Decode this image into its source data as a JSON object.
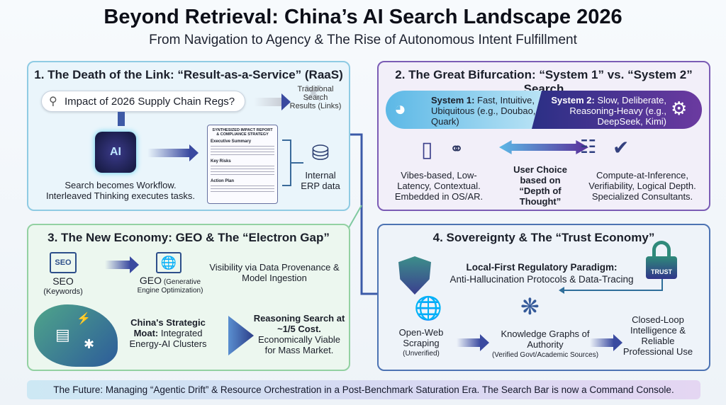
{
  "header": {
    "title": "Beyond Retrieval: China’s AI Search Landscape 2026",
    "subtitle": "From Navigation to Agency & The Rise of Autonomous Intent Fulfillment"
  },
  "panel1": {
    "title": "1. The Death of the Link: “Result-as-a-Service” (RaaS)",
    "search_query": "Impact of 2026 Supply Chain Regs?",
    "traditional": "Traditional Search Results (Links)",
    "ai_badge": "AI",
    "caption_line1": "Search becomes Workflow.",
    "caption_line2": "Interleaved Thinking executes tasks.",
    "report_title": "SYNTHESIZED IMPACT REPORT & COMPLIANCE STRATEGY",
    "report_sections": [
      "Executive Summary",
      "Key Risks",
      "Action Plan"
    ],
    "erp": "Internal ERP data"
  },
  "panel2": {
    "title": "2. The Great Bifurcation: “System 1” vs. “System 2” Search",
    "s1_label": "System 1:",
    "s1_text": "Fast, Intuitive, Ubiquitous (e.g., Doubao, Quark)",
    "s2_label": "System 2:",
    "s2_text": "Slow, Deliberate, Reasoning-Heavy (e.g., DeepSeek, Kimi)",
    "left_caption": "Vibes-based, Low-Latency, Contextual. Embedded in OS/AR.",
    "choice_line1": "User Choice based on",
    "choice_line2": "“Depth of Thought”",
    "right_caption": "Compute-at-Inference, Verifiability, Logical Depth. Specialized Consultants."
  },
  "panel3": {
    "title": "3. The New Economy: GEO & The “Electron Gap”",
    "seo_icon": "SEO",
    "seo": "SEO",
    "seo_sub": "(Keywords)",
    "geo": "GEO",
    "geo_sub": "(Generative Engine Optimization)",
    "visibility": "Visibility via Data Provenance & Model Ingestion",
    "moat_bold": "China's Strategic Moat:",
    "moat_text": "Integrated Energy-AI Clusters",
    "cost_bold": "Reasoning Search at ~1/5 Cost.",
    "cost_text": "Economically Viable for Mass Market."
  },
  "panel4": {
    "title": "4. Sovereignty & The “Trust Economy”",
    "paradigm_bold": "Local-First Regulatory Paradigm:",
    "paradigm_text": "Anti-Hallucination Protocols & Data-Tracing",
    "trust": "TRUST",
    "open_web": "Open-Web Scraping",
    "open_web_sub": "(Unverified)",
    "kg": "Knowledge Graphs of Authority",
    "kg_sub": "(Verified Govt/Academic Sources)",
    "closed_loop": "Closed-Loop Intelligence & Reliable Professional Use"
  },
  "footer": {
    "text": "The Future: Managing “Agentic Drift” & Resource Orchestration in a Post-Benchmark Saturation Era. The Search Bar is now a Command Console."
  }
}
